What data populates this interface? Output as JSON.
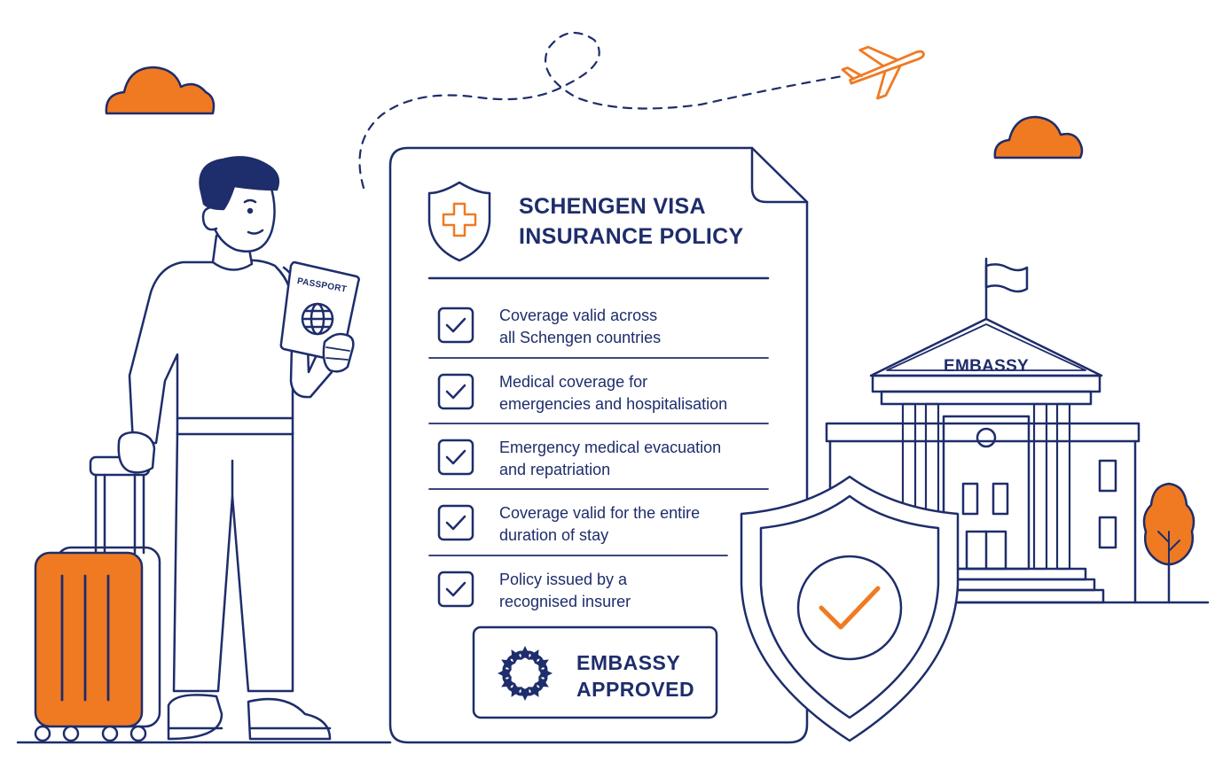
{
  "policy": {
    "title_line1": "SCHENGEN VISA",
    "title_line2": "INSURANCE POLICY",
    "items": [
      {
        "line1": "Coverage valid across",
        "line2": "all Schengen countries"
      },
      {
        "line1": "Medical coverage for",
        "line2": "emergencies and hospitalisation"
      },
      {
        "line1": "Emergency medical evacuation",
        "line2": "and repatriation"
      },
      {
        "line1": "Coverage valid for the entire",
        "line2": "duration of stay"
      },
      {
        "line1": "Policy issued by a",
        "line2": "recognised insurer"
      }
    ],
    "badge_line1": "EMBASSY",
    "badge_line2": "APPROVED"
  },
  "building": {
    "label": "EMBASSY"
  },
  "passport": {
    "label": "PASSPORT"
  },
  "icons": [
    "cloud-icon",
    "airplane-icon",
    "shield-cross-icon",
    "checkbox-icon",
    "eu-stars-icon",
    "shield-check-icon",
    "globe-icon",
    "tree-icon",
    "flag-icon"
  ],
  "colors": {
    "navy": "#1e2d6b",
    "orange": "#f07a22",
    "background": "#ffffff"
  }
}
